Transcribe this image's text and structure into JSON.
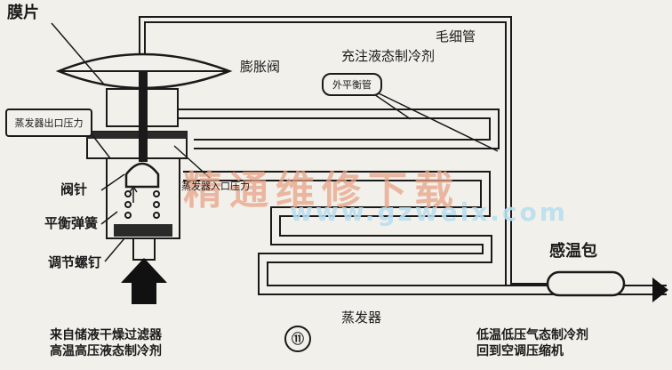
{
  "labels": {
    "diaphragm": "膜片",
    "expansion_valve": "膨胀阀",
    "capillary": "毛细管",
    "charged_refrigerant": "充注液态制冷剂",
    "external_equalizer": "外平衡管",
    "evaporator_outlet_pressure": "蒸发器出口压力",
    "evaporator_inlet_pressure": "蒸发器入口压力",
    "valve_needle": "阀针",
    "balance_spring": "平衡弹簧",
    "adjusting_screw": "调节螺钉",
    "sensing_bulb": "感温包",
    "evaporator": "蒸发器",
    "figure_number": "⑪",
    "inlet_line1": "来自储液干燥过滤器",
    "inlet_line2": "高温高压液态制冷剂",
    "outlet_line1": "低温低压气态制冷剂",
    "outlet_line2": "回到空调压缩机"
  },
  "watermark": {
    "site_cn": "精通维修下载",
    "site_url": "www.gzweix.com"
  }
}
